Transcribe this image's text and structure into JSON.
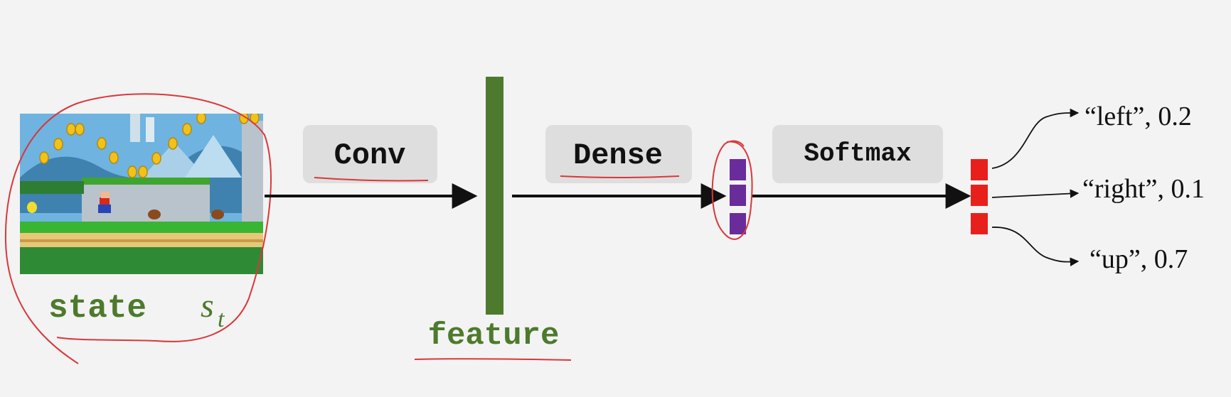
{
  "state": {
    "label": "state",
    "symbol": "s",
    "subscript": "t"
  },
  "feature": {
    "label": "feature"
  },
  "layers": {
    "conv": "Conv",
    "dense": "Dense",
    "softmax": "Softmax"
  },
  "outputs": [
    {
      "label": "“left”, 0.2"
    },
    {
      "label": "“right”, 0.1"
    },
    {
      "label": "“up”, 0.7"
    }
  ],
  "colors": {
    "background": "#f3f3f3",
    "box": "#dedede",
    "feature_bar": "#4d7a2c",
    "green_text": "#4d7a2c",
    "dense_units": "#6a2c9a",
    "softmax_units": "#e8201c",
    "annotation": "#d9373c",
    "arrow": "#111111"
  },
  "image": {
    "description_icon": "mario-game-screenshot-icon"
  }
}
